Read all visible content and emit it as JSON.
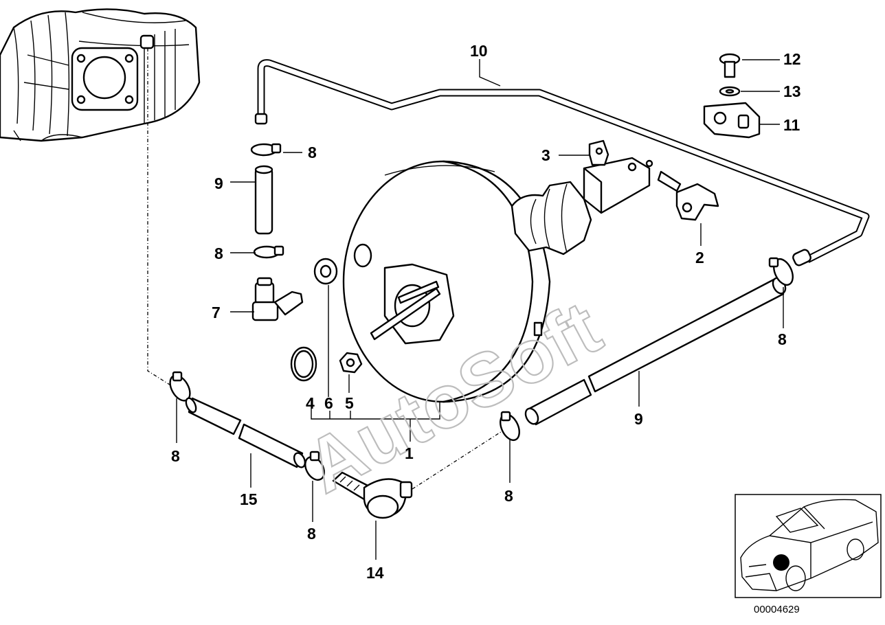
{
  "watermark": "AutoSoft",
  "reference_number": "00004629",
  "labels": [
    "1",
    "2",
    "3",
    "4",
    "5",
    "6",
    "7",
    "8",
    "9",
    "10",
    "11",
    "12",
    "13",
    "14",
    "15"
  ]
}
